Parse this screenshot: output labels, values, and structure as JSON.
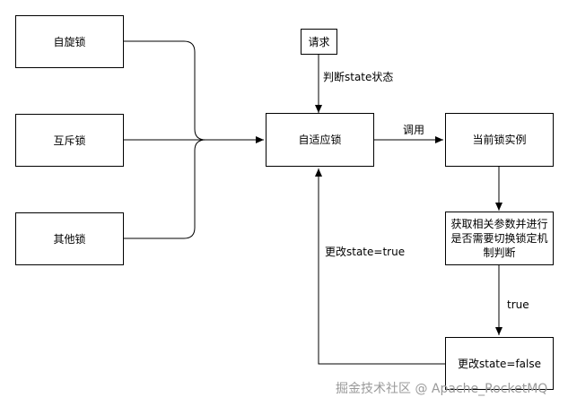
{
  "nodes": {
    "spin_lock": "自旋锁",
    "mutex_lock": "互斥锁",
    "other_lock": "其他锁",
    "request": "请求",
    "adaptive_lock": "自适应锁",
    "current_lock_instance": "当前锁实例",
    "check_params": "获取相关参数并进行是否需要切换锁定机制判断",
    "set_state_false": "更改state=false"
  },
  "edge_labels": {
    "judge_state": "判断state状态",
    "invoke": "调用",
    "true_label": "true",
    "set_state_true": "更改state=true"
  },
  "watermark": "掘金技术社区 @ Apache_RocketMQ"
}
